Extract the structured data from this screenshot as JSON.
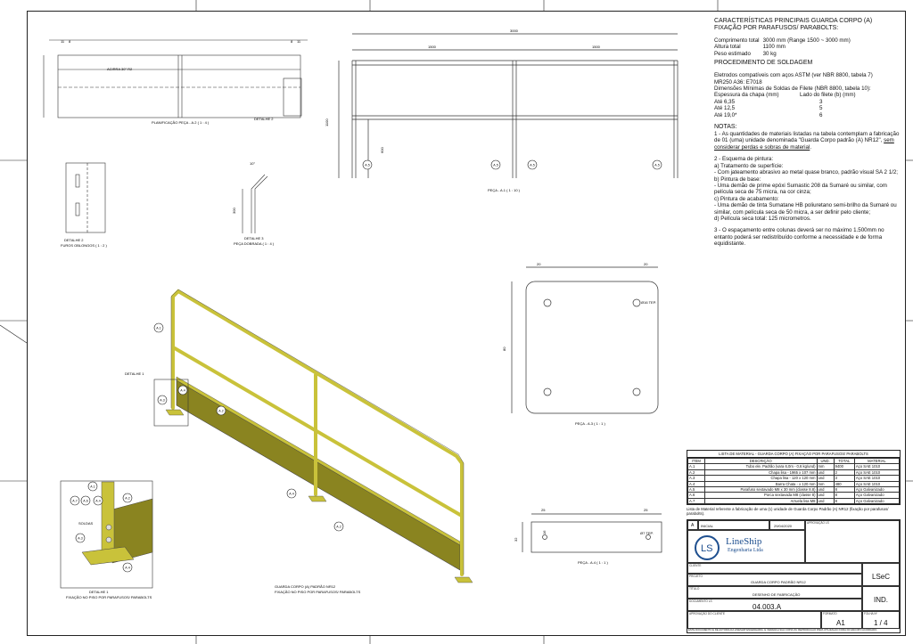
{
  "notes": {
    "title1": "CARACTERÍSTICAS PRINCIPAIS GUARDA CORPO (A)",
    "title2": "FIXAÇÃO POR PARAFUSOS/ PARABOLTS:",
    "specs": [
      {
        "k": "Comprimento total",
        "v": "3000 mm (Range 1500 ~ 3000 mm)"
      },
      {
        "k": "Altura total",
        "v": "1100 mm"
      },
      {
        "k": "Peso estimado",
        "v": "30 kg"
      }
    ],
    "weld_title": "PROCEDIMENTO DE SOLDAGEM",
    "electrodes1": "Eletrodos compatíveis com aços ASTM (ver NBR 8800, tabela 7)",
    "electrodes2": "MR250 A36: E7018",
    "dims_title": "Dimensões Mínimas de Soldas de Filete (NBR 8800, tabela 10):",
    "thick_header_a": "Espessura da chapa (mm)",
    "thick_header_b": "Lado do filete (b) (mm)",
    "thick_rows": [
      {
        "a": "Até 6,35",
        "b": "3"
      },
      {
        "a": "Até 12,5",
        "b": "5"
      },
      {
        "a": "Até 19,0*",
        "b": "6"
      }
    ],
    "notas_title": "NOTAS:",
    "nota1a": "1 - As quantidades de materiais listadas na tabela contemplam a fabricação de 01 (uma) unidade denominada \"Guarda Corpo padrão (A) NR12\", ",
    "nota1b": "sem considerar perdas e sobras de material",
    "nota1c": ".",
    "nota2_title": "2 - Esquema de pintura:",
    "nota2_lines": [
      "a) Tratamento de superfície:",
      "- Com jateamento abrasivo ao metal quase branco, padrão visual SA 2 1/2;",
      "b) Pintura de base:",
      "- Uma demão de prime epóxi Sumastic 208 da Sumaré ou similar, com película seca de 75 micra, na cor cinza;",
      "c) Pintura de acabamento:",
      "- Uma demão de tinta Sumatane HB poliuretano semi-brilho da Sumaré ou similar, com película seca de 50 micra, a ser definir pelo cliente;",
      "d) Película seca total: 125 micrometros."
    ],
    "nota3": "3 - O espaçamento entre colunas deverá ser no máximo 1.500mm no entanto poderá ser redistribuído conforme a necessidade e de forma equidistante."
  },
  "labels": {
    "planif": "PLANIFICAÇÃO PEÇA - A.2 ( 1 : 4 )",
    "detalhe2_ref": "DETALHE 2",
    "detalhe2_title": "DETALHE 2",
    "detalhe2_sub": "FUROS OBLONGOS ( 1 : 2 )",
    "dobrada1": "DETALHE 3",
    "dobrada2": "PEÇA DOBRADA ( 1 : 4 )",
    "a1": "PEÇA - A.1 ( 1 : 10 )",
    "a3": "PEÇA - A.3 ( 1 : 1 )",
    "a4": "PEÇA - A.4 ( 1 : 1 )",
    "iso1": "GUARDA CORPO (A) PADRÃO NR12",
    "iso2": "FIXAÇÃO NO PISO POR PARAFUSOS/ PARABOLTS",
    "det1_title": "DETALHE 1",
    "det1_sub": "FIXAÇÃO NO PISO POR PARAFUSOS/ PARABOLTS",
    "det1_ref": "DETALHE 1",
    "soldas": "SOLDAS",
    "acirra": "ACIRRA 30° R2",
    "dim_3000": "3000",
    "dim_1500a": "1500",
    "dim_1500b": "1500",
    "dim_1100": "1100",
    "dim_600": "600",
    "dim_20a": "20",
    "dim_20b": "20",
    "dim_80": "80",
    "dim_25a": "25",
    "dim_25b": "25",
    "hole_a3": "Ø16 TEP.",
    "hole_a4": "Ø7 TEP.",
    "dim_32": "32",
    "dim_16": "16",
    "dim_11a": "11",
    "dim_11b": "11",
    "dim_8a": "8",
    "dim_8b": "8",
    "dim_300": "300",
    "dim_10deg": "10°"
  },
  "bom": {
    "title": "LISTA DE MATERIAL - GUARDA CORPO (A) FIXAÇÃO POR PARAFUSOS/ PARABOLTS",
    "headers": [
      "ITEM",
      "DESCRIÇÃO",
      "UND.",
      "TOTAL",
      "MATERIAL"
    ],
    "rows": [
      [
        "A.1",
        "Tubo ele. Padrão (vara 6,0m - 0,6 kg/und)",
        "mm",
        "9400",
        "Aço SAE 1010"
      ],
      [
        "A.2",
        "Chapa lisa - 1965 x 107 mm",
        "und",
        "2",
        "Aço SAE 1010"
      ],
      [
        "A.3",
        "Chapa lisa - 120 x 120 mm",
        "und",
        "3",
        "Aço SAE 1010"
      ],
      [
        "A.4",
        "Barra Chata - x 120 mm",
        "mm",
        "480",
        "Aço SAE 1010"
      ],
      [
        "A.5",
        "Parafuso sextavado M8 x 30 mm (classe 8.8)",
        "und",
        "8",
        "Aço Galvanizado"
      ],
      [
        "A.6",
        "Porca sextavada M8 (classe 8)",
        "und",
        "8",
        "Aço Galvanizado"
      ],
      [
        "A.7",
        "Arruela lisa M8",
        "und",
        "8",
        "Aço Galvanizado"
      ]
    ],
    "note": "Lista de Material referente a fabricação de uma (1) unidade de Guarda Corpo Padrão (A) NR12 (fixação por parafusos/ parabolts)."
  },
  "titleblock": {
    "rev_a": "A",
    "rev_desc": "INICIAL",
    "rev_date": "29/04/2020",
    "aprov_lbl": "APROVAÇÃO LS",
    "company1": "LineShip",
    "company2": "Engenharia Ltda",
    "cliente_lbl": "CLIENTE",
    "cliente": "LSeC",
    "projeto_lbl": "PROJETO",
    "projeto": "GUARDA CORPO PADRÃO NR12",
    "titulo_lbl": "TÍTULO",
    "titulo": "DESENHO DE FABRICAÇÃO",
    "ind": "IND.",
    "doc_lbl": "DOCUMENTO LS",
    "doc": "04.003.A",
    "aprov_cli_lbl": "APROVAÇÃO DO CLIENTE",
    "formato_lbl": "FORMATO",
    "formato": "A1",
    "folha_lbl": "FOLHA Nº",
    "folha": "1 / 4",
    "footer": "ESTE DOCUMENTO É DE AUTORIA DA LINESHIP ENGENHARIA. É VEDADA A SUA CÓPIA OU REPRODUÇÃO PARA UTILIZAÇÃO FORA DO ESCOPO ACORDADO."
  },
  "callouts": [
    "A.1",
    "A.2",
    "A.3",
    "A.4",
    "A.5",
    "A.6",
    "A.7"
  ],
  "colors": {
    "rail": "#c9c23a",
    "rail_dark": "#6f6a10",
    "plate": "#8a8420",
    "line": "#222222"
  }
}
